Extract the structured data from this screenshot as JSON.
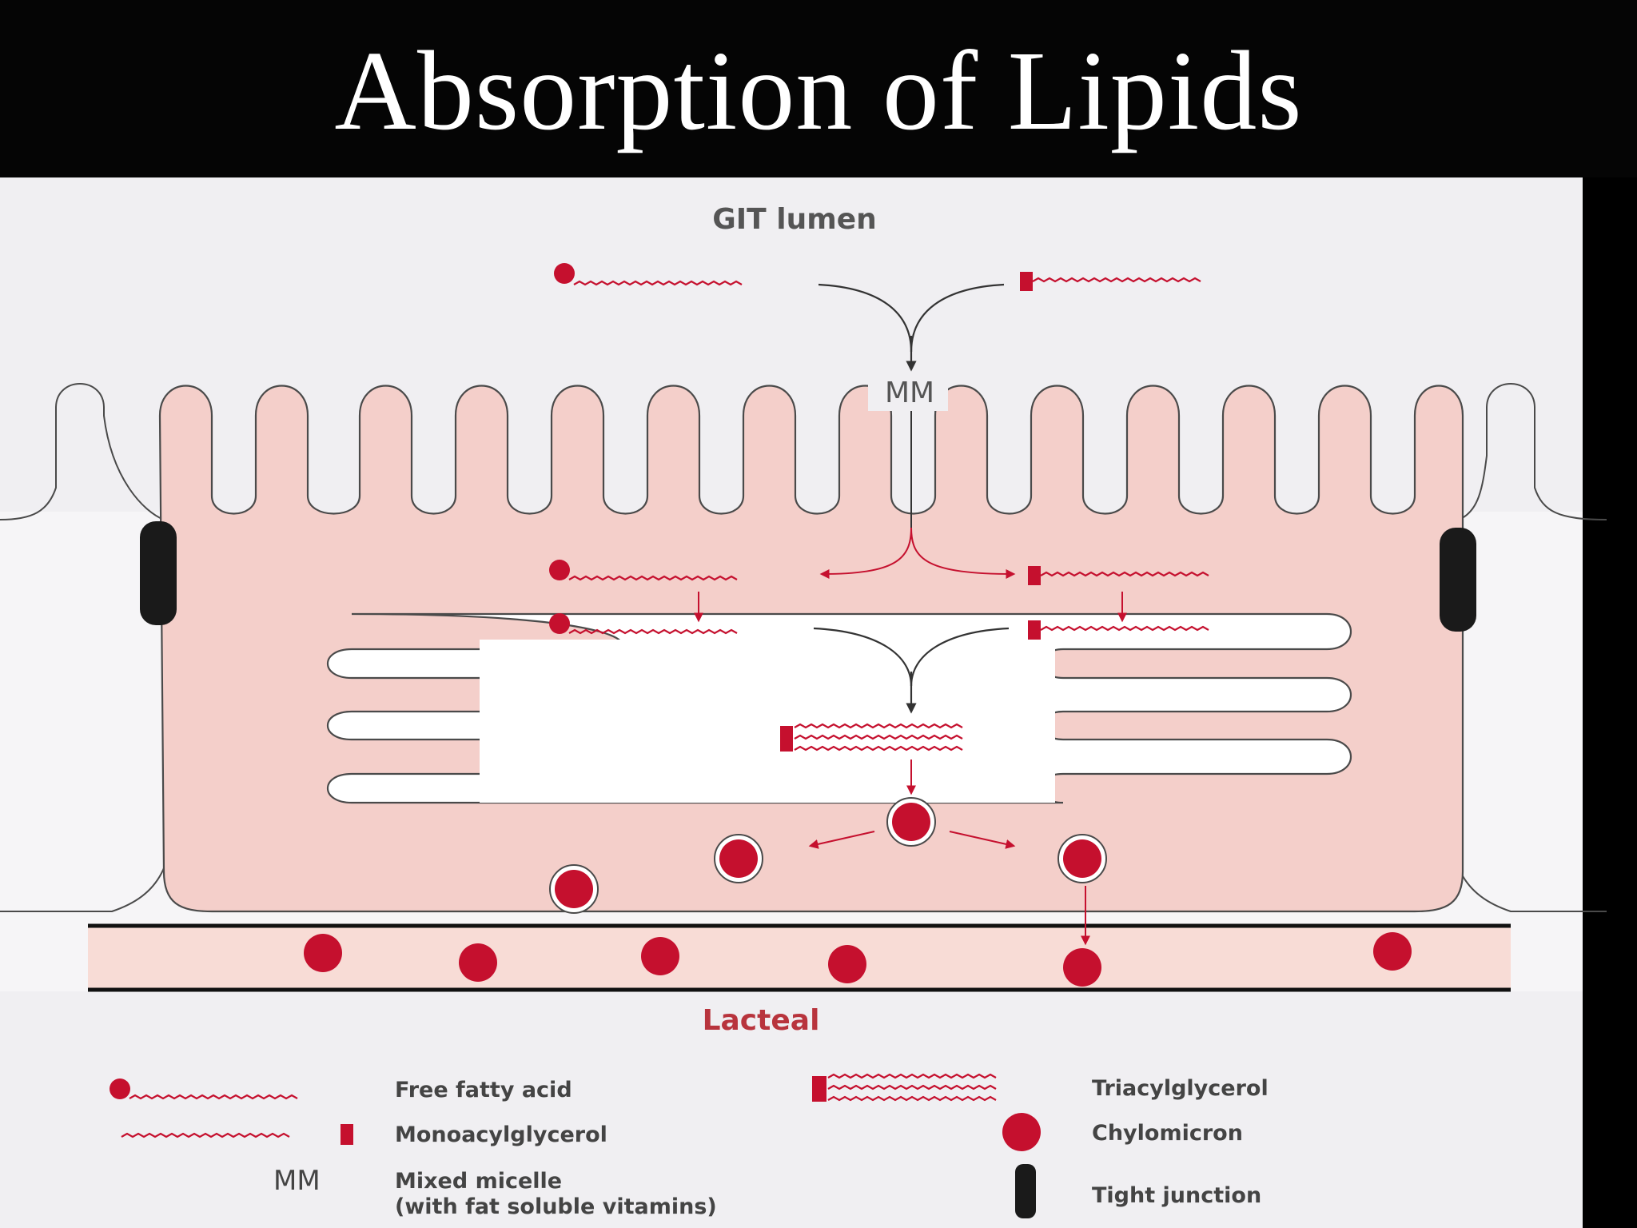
{
  "title": "Absorption of Lipids",
  "labels": {
    "lumen": "GIT lumen",
    "micelle": "MM",
    "lacteal": "Lacteal"
  },
  "legend": {
    "free_fatty_acid": "Free fatty acid",
    "monoacylglycerol": "Monoacylglycerol",
    "mm_symbol": "MM",
    "mixed_micelle_line1": "Mixed micelle",
    "mixed_micelle_line2": "(with fat soluble vitamins)",
    "triacylglycerol": "Triacylglycerol",
    "chylomicron": "Chylomicron",
    "tight_junction": "Tight junction"
  },
  "colors": {
    "background": "#000000",
    "panel": "#f0eff2",
    "cell": "#f4cfca",
    "molecule": "#c5102e",
    "outline": "#4a4a4a",
    "tight_junction": "#1a1a1a"
  }
}
